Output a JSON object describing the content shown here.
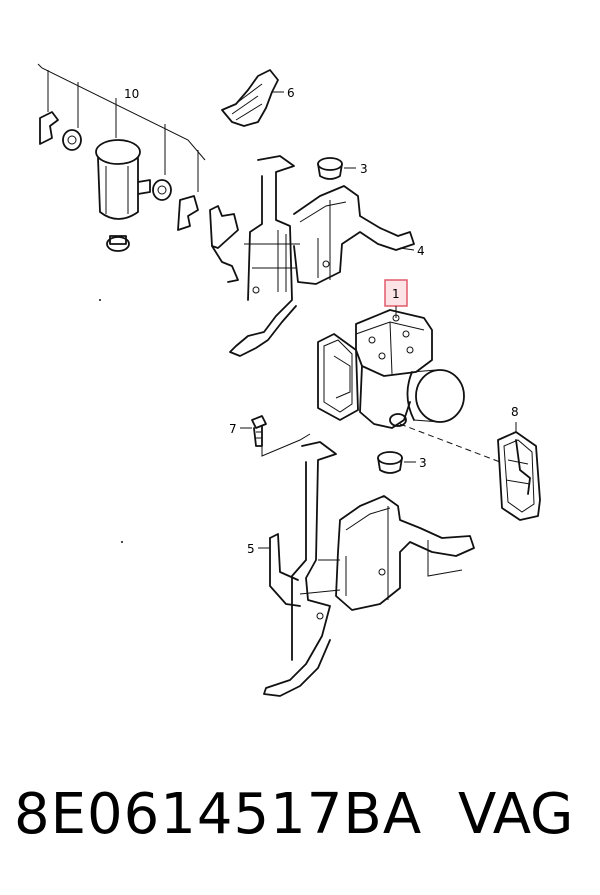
{
  "callouts": {
    "c1": "1",
    "c3a": "3",
    "c3b": "3",
    "c4": "4",
    "c5": "5",
    "c6": "6",
    "c7": "7",
    "c8": "8",
    "c10": "10"
  },
  "caption": {
    "part_number": "8E0614517BA",
    "brand": "VAG"
  },
  "colors": {
    "ink": "#111111",
    "highlight_box": "#e05a6a",
    "highlight_fill": "#fbe3e6"
  }
}
